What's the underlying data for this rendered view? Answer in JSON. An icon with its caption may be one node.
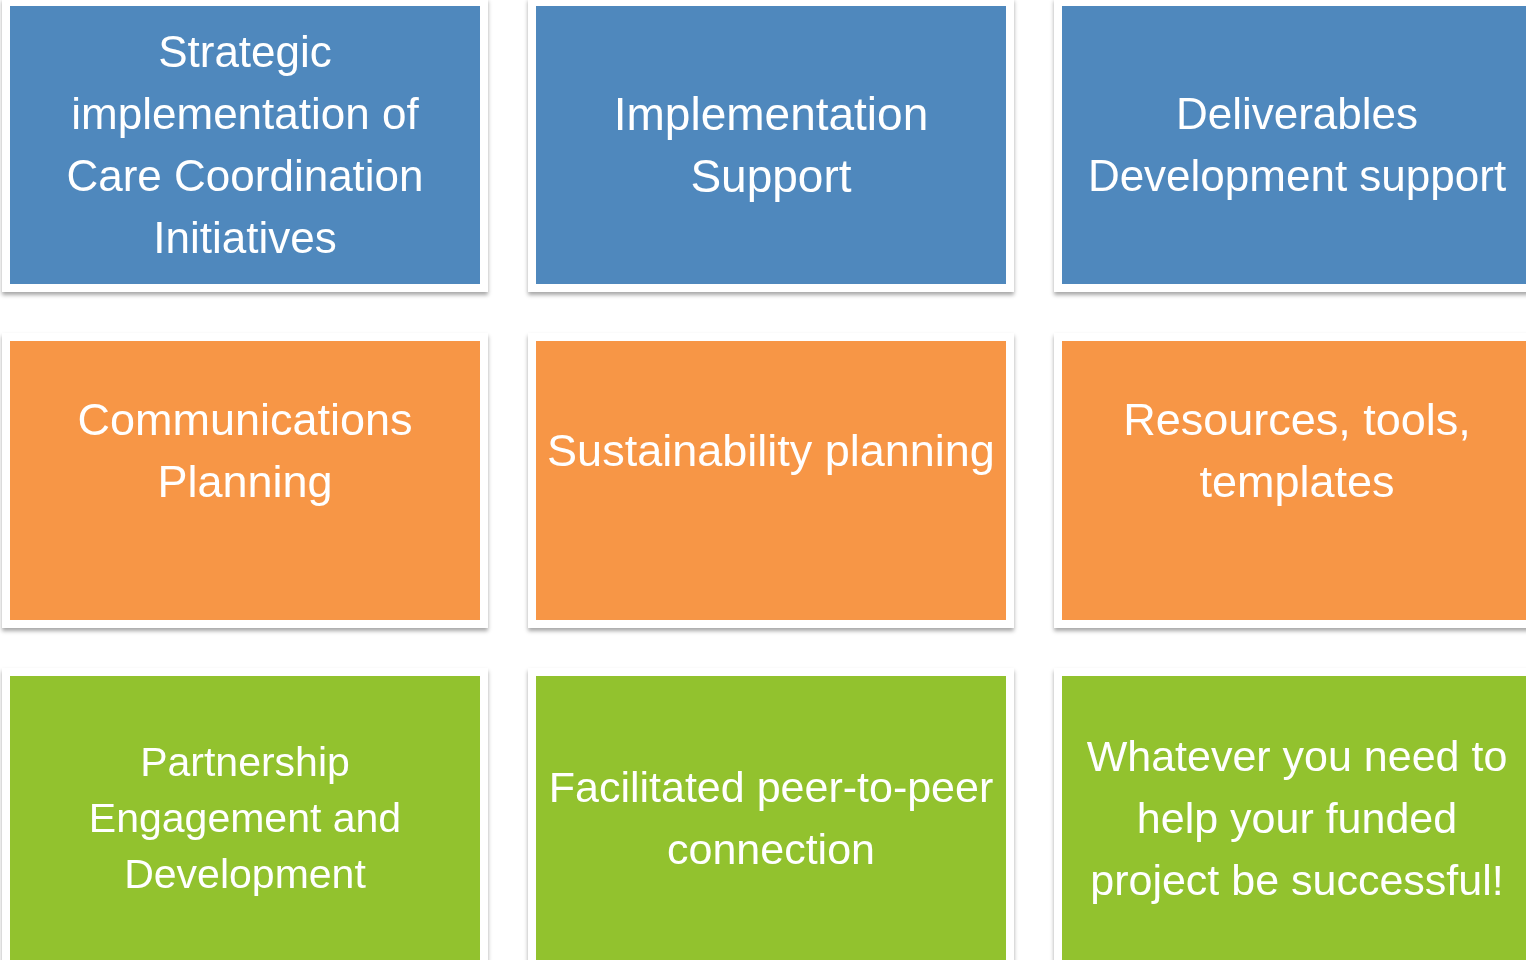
{
  "diagram": {
    "nodes": [
      {
        "text": [
          "Strategic implementation of Care Coordination Initiatives"
        ]
      },
      {
        "text": [
          "Implementation Support"
        ]
      },
      {
        "text": [
          "Deliverables Development support"
        ]
      },
      {
        "text": [
          "Communications Planning"
        ]
      },
      {
        "text": [
          "Sustainability planning"
        ]
      },
      {
        "text": [
          "Resources, tools, templates"
        ]
      },
      {
        "text": [
          "Partnership Engagement and Development"
        ]
      },
      {
        "text": [
          "Facilitated peer-to-peer connection"
        ]
      },
      {
        "text": [
          "Whatever you need to help your funded project be successful!"
        ]
      }
    ]
  }
}
